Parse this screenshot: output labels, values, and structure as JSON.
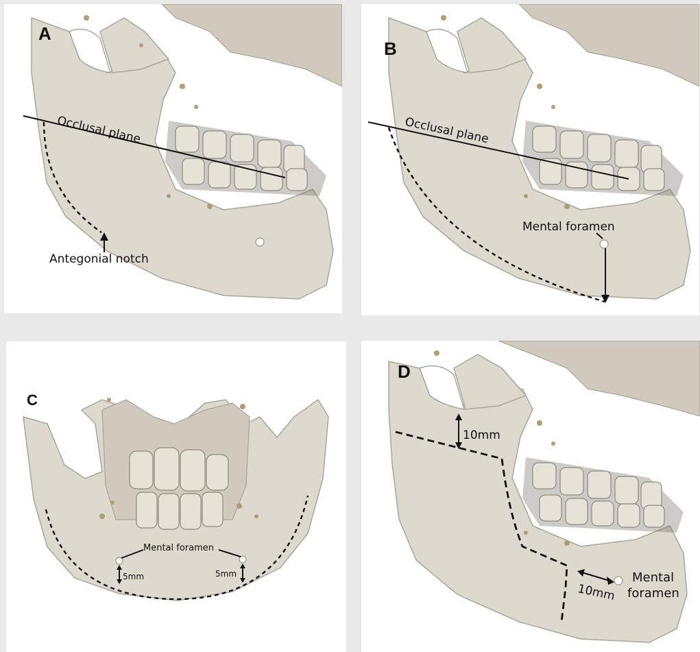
{
  "panels": {
    "a": {
      "label": "A",
      "occlusal_plane": "Occlusal plane",
      "antegonial_notch": "Antegonial notch"
    },
    "b": {
      "label": "B",
      "occlusal_plane": "Occlusal plane",
      "mental_foramen": "Mental foramen"
    },
    "c": {
      "label": "C",
      "mental_foramen": "Mental foramen",
      "left_distance": "5mm",
      "right_distance": "5mm"
    },
    "d": {
      "label": "D",
      "top_distance": "10mm",
      "bottom_distance": "10mm",
      "mental_foramen_line1": "Mental",
      "mental_foramen_line2": "foramen"
    }
  },
  "colors": {
    "background": "#e9e9e9",
    "bone": "#ddd9cf",
    "annotation": "#111111"
  }
}
